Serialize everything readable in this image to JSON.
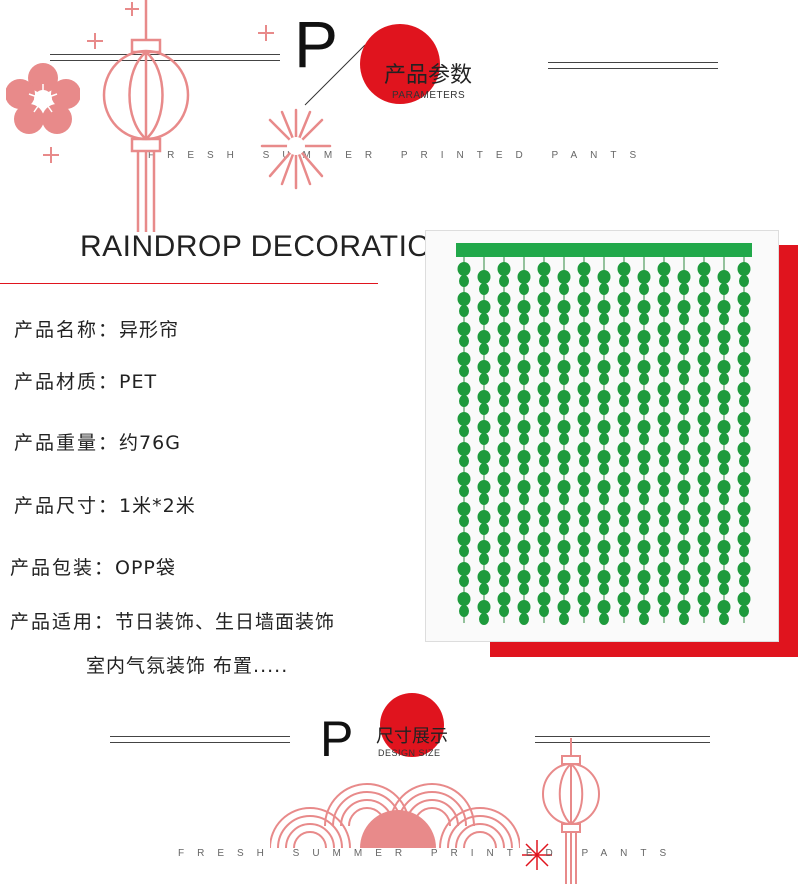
{
  "header_top": {
    "letter": "P",
    "title_cn": "产品参数",
    "title_en": "PARAMETERS",
    "deco_text": "FRESH SUMMER PRINTED PANTS"
  },
  "section_title": "RAINDROP DECORATION",
  "specs": [
    {
      "key": "产品名称：",
      "value": "异形帘"
    },
    {
      "key": "产品材质：",
      "value": "PET"
    },
    {
      "key": "产品重量：",
      "value": "约76G"
    },
    {
      "key": "产品尺寸：",
      "value": "1米*2米"
    },
    {
      "key": "产品包装：",
      "value": "OPP袋"
    },
    {
      "key": "产品适用：",
      "value": "节日装饰、生日墙面装饰"
    }
  ],
  "spec_continuation": "室内气氛装饰 布置.....",
  "header_bottom": {
    "letter": "P",
    "title_cn": "尺寸展示",
    "title_en": "DESIGN SIZE",
    "deco_text": "FRESH SUMMER PRINTED PANTS"
  },
  "colors": {
    "accent_red": "#e0141e",
    "deco_pink": "#e88a8a",
    "curtain_green": "#1e9a3c",
    "curtain_bar": "#21a84a"
  },
  "icons": [
    "lantern-icon",
    "plum-blossom-icon",
    "firework-icon",
    "plus-sparkle-icon",
    "wave-pattern-icon"
  ]
}
